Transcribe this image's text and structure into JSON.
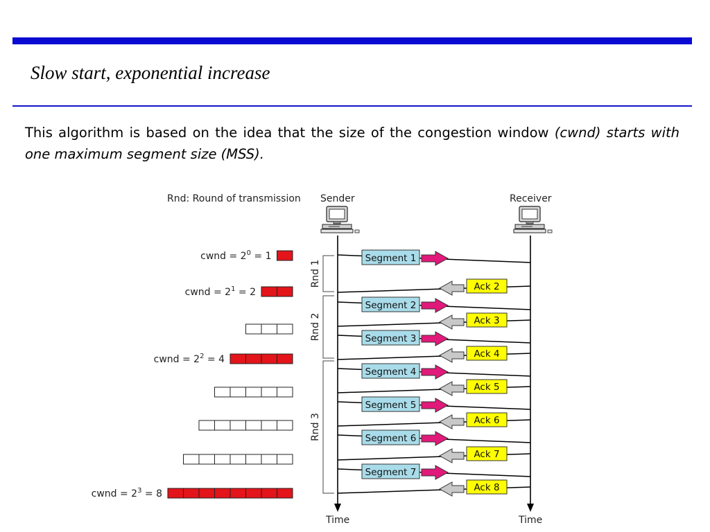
{
  "slide": {
    "title": "Slow start, exponential increase",
    "body_plain": "This algorithm is based on the idea that the size of the congestion window",
    "body_italic": "(cwnd) starts with one maximum segment size (MSS)."
  },
  "diagram": {
    "legend": "Rnd: Round of transmission",
    "sender_label": "Sender",
    "receiver_label": "Receiver",
    "time_label_sender": "Time",
    "time_label_receiver": "Time",
    "rounds": [
      "Rnd 1",
      "Rnd 2",
      "Rnd 3"
    ],
    "segments": [
      "Segment 1",
      "Segment 2",
      "Segment 3",
      "Segment 4",
      "Segment 5",
      "Segment 6",
      "Segment 7"
    ],
    "acks": [
      "Ack 2",
      "Ack 3",
      "Ack 4",
      "Ack 5",
      "Ack 6",
      "Ack 7",
      "Ack 8"
    ],
    "cwnd_labels": [
      {
        "base": "cwnd = 2",
        "exp": "0",
        "tail": " = 1"
      },
      {
        "base": "cwnd = 2",
        "exp": "1",
        "tail": " = 2"
      },
      {
        "base": "cwnd = 2",
        "exp": "2",
        "tail": " = 4"
      },
      {
        "base": "cwnd = 2",
        "exp": "3",
        "tail": " = 8"
      }
    ],
    "windows": [
      {
        "cells": 1,
        "filled": true,
        "label": 0
      },
      {
        "cells": 2,
        "filled": true,
        "label": 1
      },
      {
        "cells": 3,
        "filled": false,
        "label": null
      },
      {
        "cells": 4,
        "filled": true,
        "label": 2
      },
      {
        "cells": 5,
        "filled": false,
        "label": null
      },
      {
        "cells": 6,
        "filled": false,
        "label": null
      },
      {
        "cells": 7,
        "filled": false,
        "label": null
      },
      {
        "cells": 8,
        "filled": true,
        "label": 3
      }
    ],
    "colors": {
      "segment_fill": "#a9dcea",
      "ack_fill": "#ffff00",
      "forward_arrow": "#e0197a",
      "back_arrow": "#c8c8c8",
      "window_filled": "#e3141a"
    }
  }
}
